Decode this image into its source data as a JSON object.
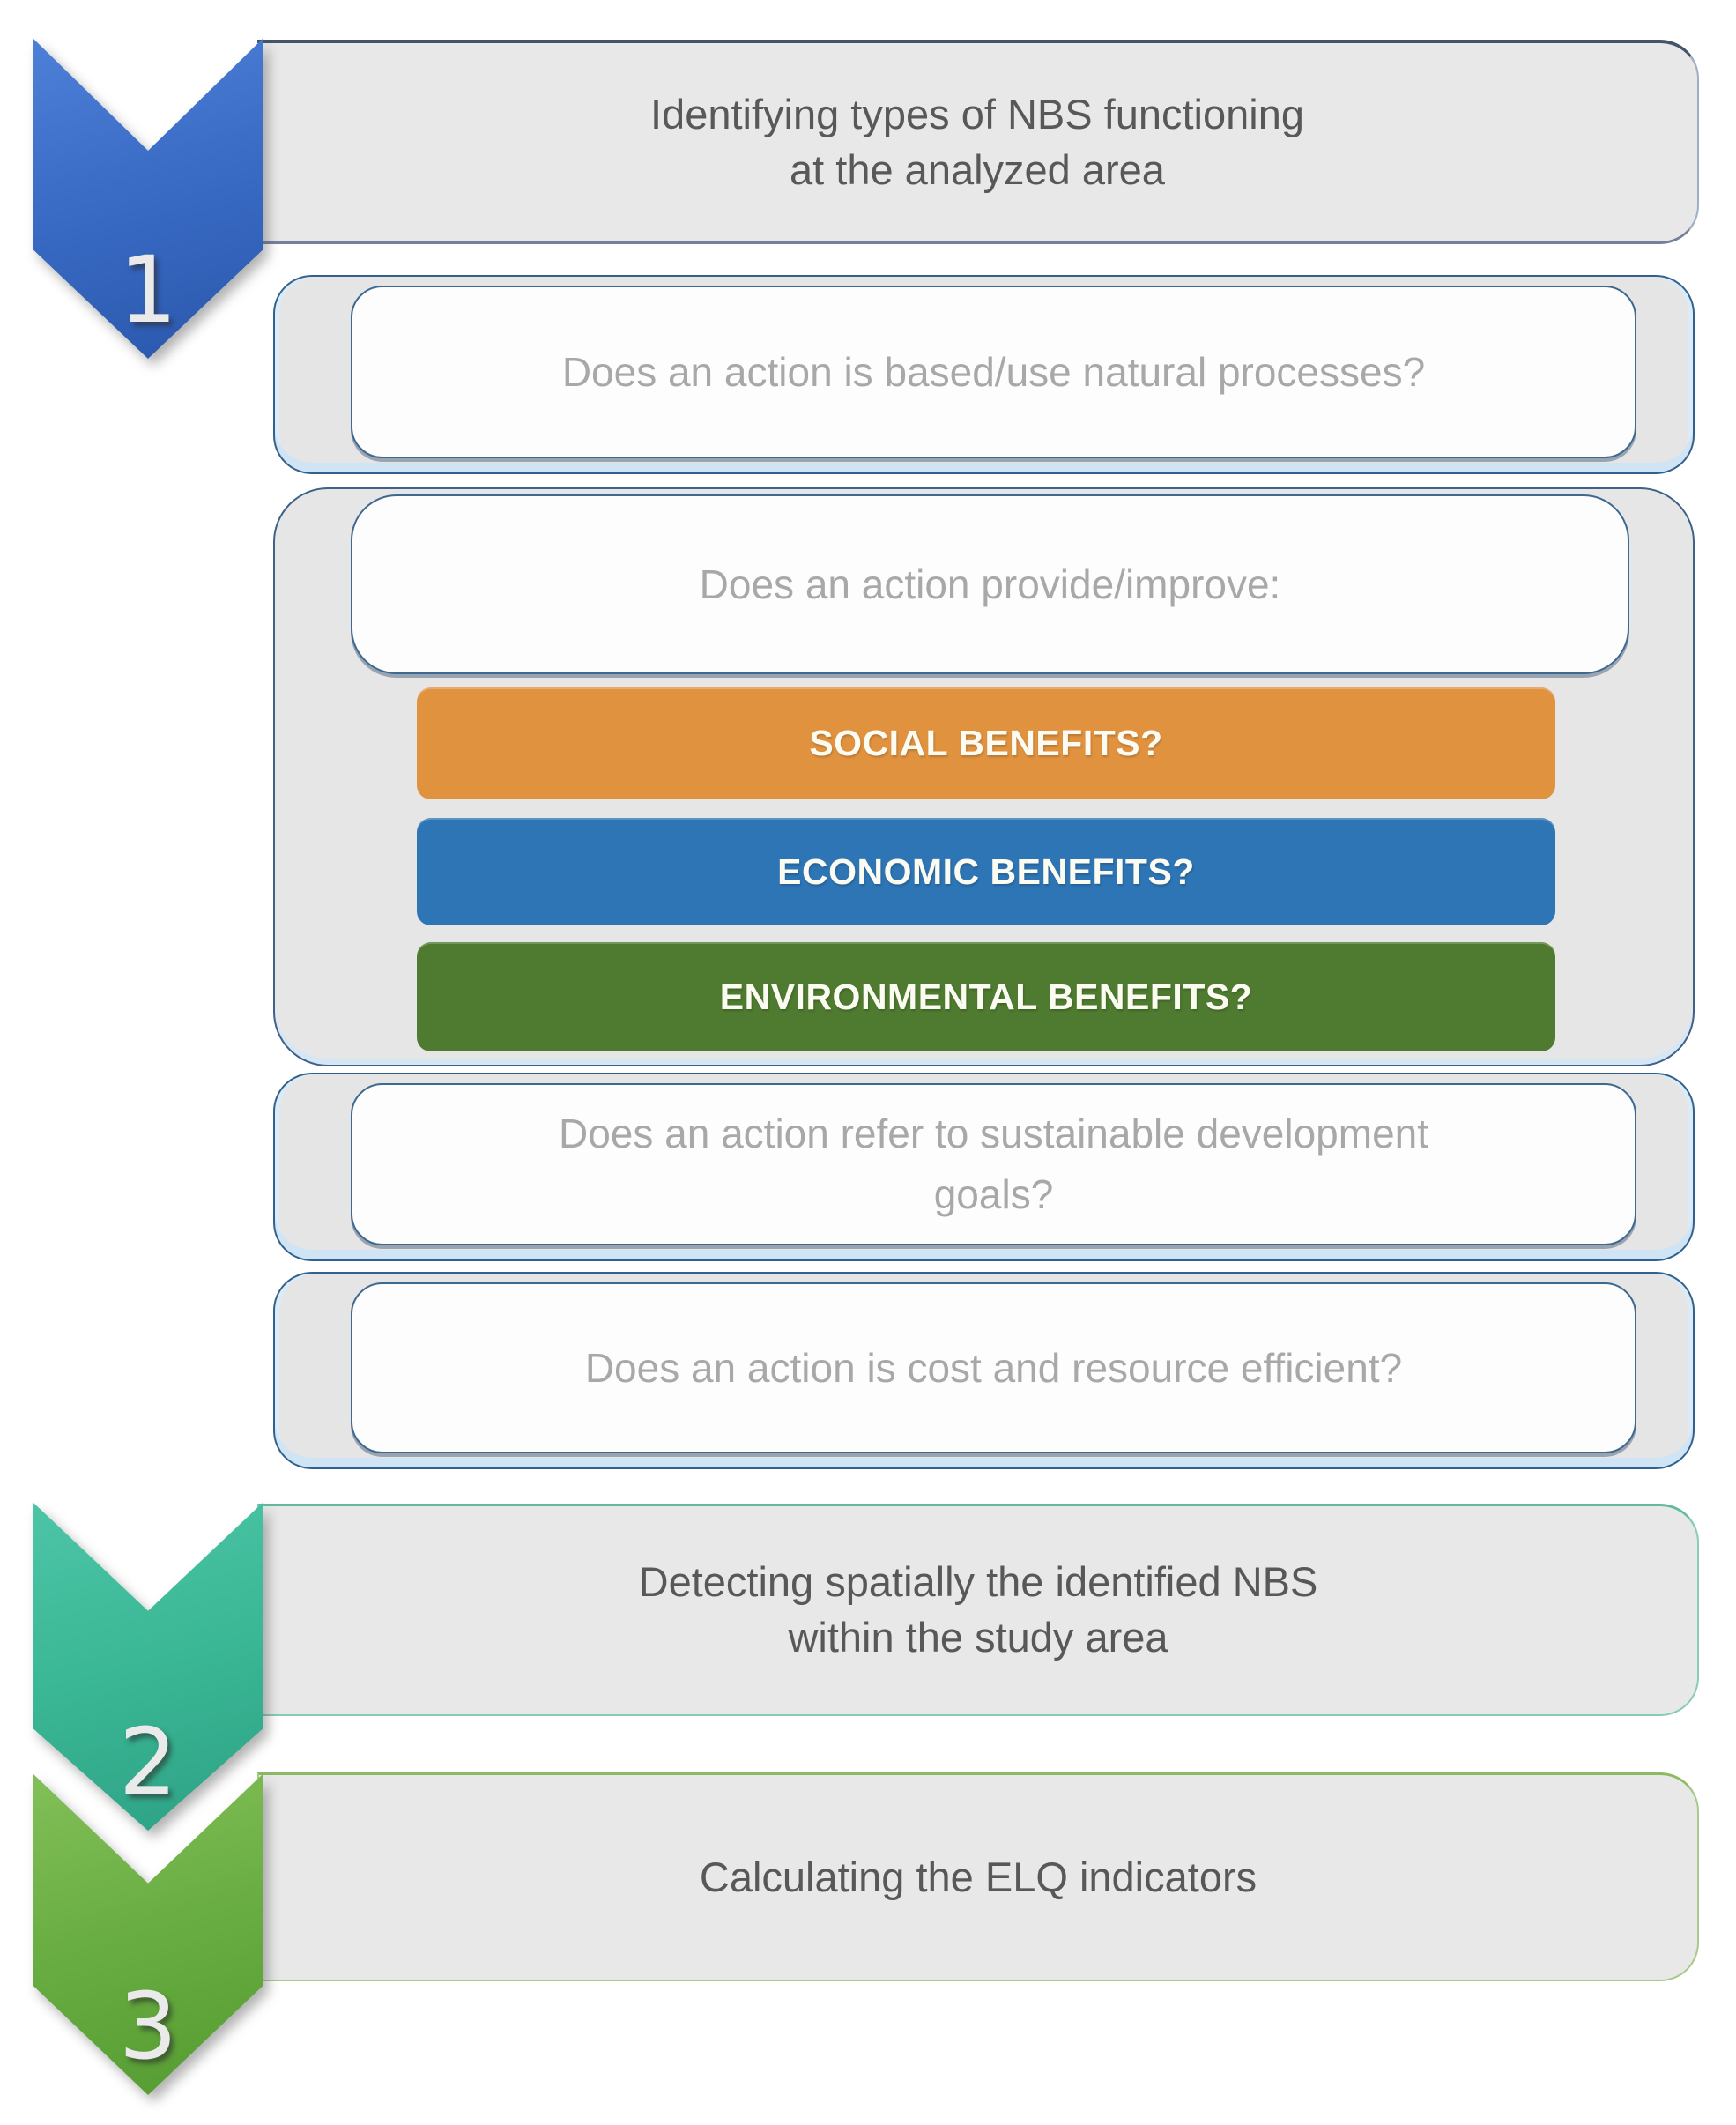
{
  "palette": {
    "step1_chevron": "#3a6cc6",
    "step2_chevron": "#3ab795",
    "step3_chevron": "#68ad41",
    "social_bar": "#e0923f",
    "economic_bar": "#2e75b5",
    "environmental_bar": "#4e7b2f",
    "heading_text": "#585858",
    "question_text": "#a8a8a8",
    "box_fill": "#e8e8e8"
  },
  "steps": [
    {
      "number": "1",
      "heading_line1": "Identifying types of NBS functioning",
      "heading_line2": "at the analyzed area"
    },
    {
      "number": "2",
      "heading_line1": "Detecting spatially the identified NBS",
      "heading_line2": "within the study area"
    },
    {
      "number": "3",
      "heading_line1": "Calculating the ELQ indicators",
      "heading_line2": ""
    }
  ],
  "questions": {
    "q1": "Does an action is based/use natural processes?",
    "q2": "Does an action provide/improve:",
    "benefits": [
      {
        "label": "SOCIAL BENEFITS?"
      },
      {
        "label": "ECONOMIC BENEFITS?"
      },
      {
        "label": "ENVIRONMENTAL BENEFITS?"
      }
    ],
    "q3_line1": "Does an action refer to sustainable development",
    "q3_line2": "goals?",
    "q4": "Does an action is cost and resource efficient?"
  }
}
